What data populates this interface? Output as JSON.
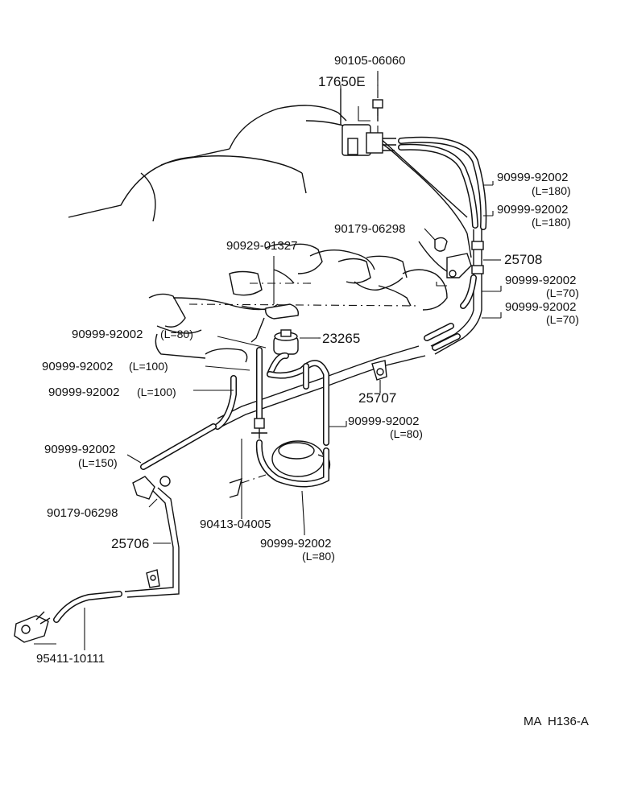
{
  "labels": {
    "bolt_90105": "90105-06060",
    "vsv_17650": "17650E",
    "hose_tr_1": "90999-92002",
    "hose_tr_1_len": "(L=180)",
    "hose_tr_2": "90999-92002",
    "hose_tr_2_len": "(L=180)",
    "clamp_90179_top": "90179-06298",
    "pipe_25708": "25708",
    "clip_90929": "90929-01327",
    "hose_r70_1": "90999-92002",
    "hose_r70_1_len": "(L=70)",
    "hose_r70_2": "90999-92002",
    "hose_r70_2_len": "(L=70)",
    "hose_l80": "90999-92002",
    "hose_l80_len": "(L=80)",
    "filter_23265": "23265",
    "hose_l100_1": "90999-92002",
    "hose_l100_1_len": "(L=100)",
    "hose_l100_2": "90999-92002",
    "hose_l100_2_len": "(L=100)",
    "pipe_25707": "25707",
    "hose_r80": "90999-92002",
    "hose_r80_len": "(L=80)",
    "hose_l150": "90999-92002",
    "hose_l150_len": "(L=150)",
    "clamp_90179_bot": "90179-06298",
    "joint_90413": "90413-04005",
    "hose_b80": "90999-92002",
    "hose_b80_len": "(L=80)",
    "pipe_25706": "25706",
    "valve_95411": "95411-10111",
    "figure_code": "MA  H136-A"
  }
}
